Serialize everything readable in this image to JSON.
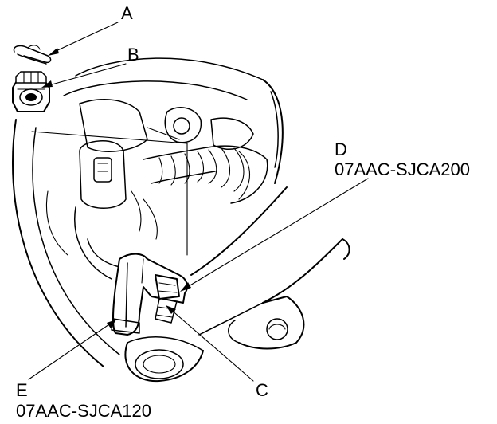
{
  "diagram": {
    "callouts": [
      {
        "id": "A",
        "letter": "A",
        "part_number": ""
      },
      {
        "id": "B",
        "letter": "B",
        "part_number": ""
      },
      {
        "id": "C",
        "letter": "C",
        "part_number": ""
      },
      {
        "id": "D",
        "letter": "D",
        "part_number": "07AAC-SJCA200"
      },
      {
        "id": "E",
        "letter": "E",
        "part_number": "07AAC-SJCA120"
      }
    ],
    "colors": {
      "ink": "#000000",
      "paper": "#ffffff"
    }
  }
}
